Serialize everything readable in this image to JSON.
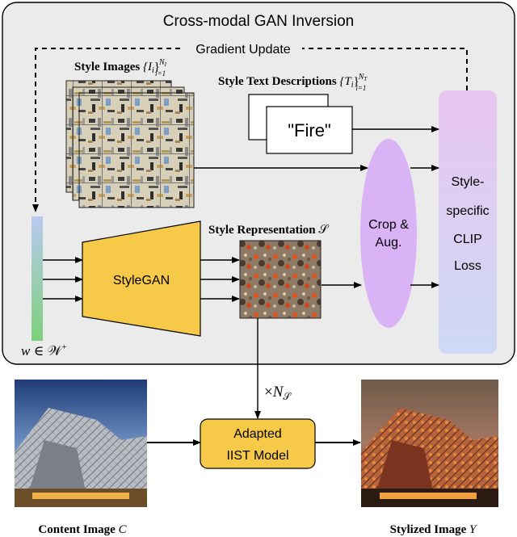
{
  "title": "Cross-modal GAN Inversion",
  "gradient_update": "Gradient Update",
  "style_images": {
    "label": "Style Images",
    "math": "{I",
    "sub": "i",
    "close": "}",
    "range_sub": "i=1",
    "range_sup": "N",
    "range_sup_sub": "I"
  },
  "style_text": {
    "label": "Style Text Descriptions",
    "math": "{T",
    "sub": "i",
    "close": "}",
    "range_sub": "i=1",
    "range_sup": "N",
    "range_sup_sub": "T",
    "card_text": "\"Fire\""
  },
  "style_rep": {
    "label": "Style Representation",
    "symbol": "𝒮"
  },
  "latent": {
    "w": "w",
    "in": "∈",
    "space": "𝒲",
    "plus": "+"
  },
  "stylegan": "StyleGAN",
  "crop": {
    "line1": "Crop &",
    "line2": "Aug."
  },
  "clip_loss": {
    "line1": "Style-",
    "line2": "specific",
    "line3": "CLIP",
    "line4": "Loss"
  },
  "times_ns": {
    "times": "×",
    "N": "N",
    "sub": "𝒮"
  },
  "iist": {
    "line1": "Adapted",
    "line2": "IIST Model"
  },
  "content_image": {
    "label": "Content Image",
    "symbol": "C"
  },
  "stylized_image": {
    "label": "Stylized Image",
    "symbol": "Y"
  },
  "colors": {
    "panel_bg": "#ebebeb",
    "stylegan": "#f7c948",
    "iist": "#f7c948",
    "crop": "#d9b3f5",
    "clip_top": "#e9c6f0",
    "clip_bottom": "#cdd9f5",
    "latent_top": "#b9c9f0",
    "latent_bottom": "#7cd07a"
  }
}
